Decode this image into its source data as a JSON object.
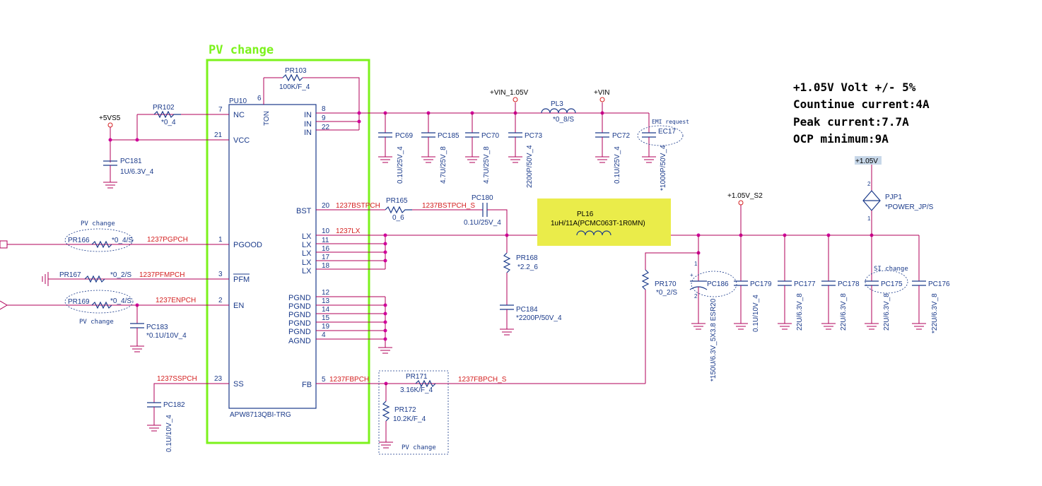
{
  "pv_change_title": "PV change",
  "ic": {
    "ref": "PU10",
    "part": "APW8713QBI-TRG",
    "pins_left": [
      {
        "num": "7",
        "name": "NC"
      },
      {
        "num": "21",
        "name": "VCC"
      },
      {
        "num": "1",
        "name": "PGOOD"
      },
      {
        "num": "3",
        "name": "PFM"
      },
      {
        "num": "2",
        "name": "EN"
      },
      {
        "num": "23",
        "name": "SS"
      }
    ],
    "pin_top": {
      "num": "6",
      "name": "TON"
    },
    "pins_right": [
      {
        "num": "8",
        "name": "IN"
      },
      {
        "num": "9",
        "name": "IN"
      },
      {
        "num": "22",
        "name": "IN"
      },
      {
        "num": "20",
        "name": "BST"
      },
      {
        "num": "10",
        "name": "LX"
      },
      {
        "num": "11",
        "name": "LX"
      },
      {
        "num": "16",
        "name": "LX"
      },
      {
        "num": "17",
        "name": "LX"
      },
      {
        "num": "18",
        "name": "LX"
      },
      {
        "num": "12",
        "name": "PGND"
      },
      {
        "num": "13",
        "name": "PGND"
      },
      {
        "num": "14",
        "name": "PGND"
      },
      {
        "num": "15",
        "name": "PGND"
      },
      {
        "num": "19",
        "name": "PGND"
      },
      {
        "num": "4",
        "name": "AGND"
      },
      {
        "num": "5",
        "name": "FB"
      }
    ]
  },
  "rails": {
    "v5s5": "+5VS5",
    "vin_105": "+VIN_1.05V",
    "vin": "+VIN",
    "v105_s2": "+1.05V_S2",
    "v105": "+1.05V"
  },
  "nets": {
    "pgpch": "1237PGPCH",
    "pfmpch": "1237PFMPCH",
    "enpch": "1237ENPCH",
    "sspch": "1237SSPCH",
    "bstpch": "1237BSTPCH",
    "bstpch_s": "1237BSTPCH_S",
    "lx": "1237LX",
    "fbpch": "1237FBPCH",
    "fbpch_s": "1237FBPCH_S"
  },
  "components": {
    "pr103": {
      "ref": "PR103",
      "value": "100K/F_4"
    },
    "pr102": {
      "ref": "PR102",
      "value": "*0_4"
    },
    "pc181": {
      "ref": "PC181",
      "value": "1U/6.3V_4"
    },
    "pr166": {
      "ref": "PR166",
      "value": "*0_4/S"
    },
    "pr167": {
      "ref": "PR167",
      "value": "*0_2/S"
    },
    "pr169": {
      "ref": "PR169",
      "value": "*0_4/S"
    },
    "pc183": {
      "ref": "PC183",
      "value": "*0.1U/10V_4"
    },
    "pc182": {
      "ref": "PC182",
      "value": "0.1U/10V_4"
    },
    "pc69": {
      "ref": "PC69",
      "value": "0.1U/25V_4"
    },
    "pc185": {
      "ref": "PC185",
      "value": "4.7U/25V_8"
    },
    "pc70": {
      "ref": "PC70",
      "value": "4.7U/25V_8"
    },
    "pc73": {
      "ref": "PC73",
      "value": "2200P/50V_4"
    },
    "pl3": {
      "ref": "PL3",
      "value": "*0_8/S"
    },
    "pc72": {
      "ref": "PC72",
      "value": "0.1U/25V_4"
    },
    "ec17": {
      "ref": "EC17",
      "value": "*1000P/50V_4"
    },
    "pr165": {
      "ref": "PR165",
      "value": "0_6"
    },
    "pc180": {
      "ref": "PC180",
      "value": "0.1U/25V_4"
    },
    "pl16": {
      "ref": "PL16",
      "value": "1uH/11A(PCMC063T-1R0MN)"
    },
    "pr168": {
      "ref": "PR168",
      "value": "*2.2_6"
    },
    "pc184": {
      "ref": "PC184",
      "value": "*2200P/50V_4"
    },
    "pr171": {
      "ref": "PR171",
      "value": "3.16K/F_4"
    },
    "pr172": {
      "ref": "PR172",
      "value": "10.2K/F_4"
    },
    "pr170": {
      "ref": "PR170",
      "value": "*0_2/S"
    },
    "pc186": {
      "ref": "PC186",
      "value": "*150U/6.3V_5X3.8 ESR20"
    },
    "pc179": {
      "ref": "PC179",
      "value": "0.1U/10V_4"
    },
    "pc177": {
      "ref": "PC177",
      "value": "22U/6.3V_8"
    },
    "pc178": {
      "ref": "PC178",
      "value": "22U/6.3V_8"
    },
    "pc175": {
      "ref": "PC175",
      "value": "22U/6.3V_8"
    },
    "pc176": {
      "ref": "PC176",
      "value": "*22U/6.3V_8"
    },
    "pjp1": {
      "ref": "PJP1",
      "value": "*POWER_JP/S"
    }
  },
  "notes": {
    "pv_change": "PV change",
    "emi_request": "EMI request",
    "si_change": "SI change"
  },
  "spec": {
    "line1": "+1.05V Volt +/- 5%",
    "line2": "Countinue current:4A",
    "line3": "Peak current:7.7A",
    "line4": "OCP minimum:9A"
  },
  "colors": {
    "pv_box": "#7cf21c",
    "highlight": "#eaec4a",
    "wire": "#b0005a",
    "net_label": "#d42020",
    "component": "#1a3a8a"
  }
}
